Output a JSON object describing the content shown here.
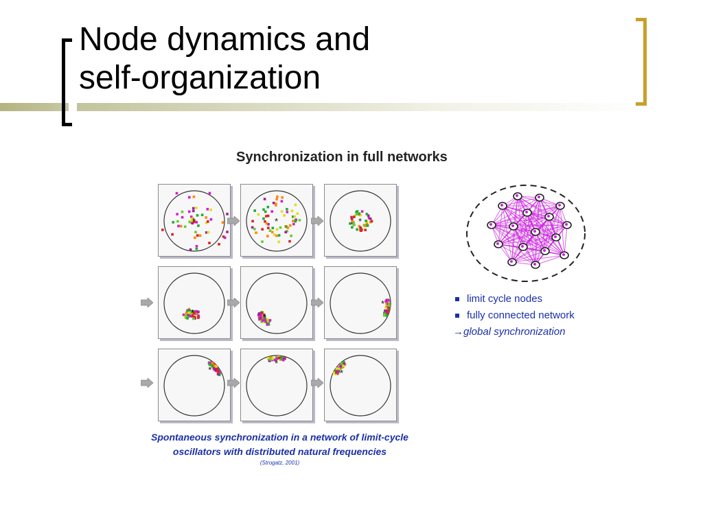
{
  "slide": {
    "title_line1": "Node dynamics and",
    "title_line2": "self-organization"
  },
  "figure": {
    "title": "Synchronization in full networks",
    "caption_line1": "Spontaneous synchronization in a network of limit-cycle",
    "caption_line2": "oscillators with distributed natural frequencies",
    "citation": "(Strogatz, 2001)",
    "legend": {
      "item1": "limit cycle nodes",
      "item2": "fully connected network",
      "result": "→global synchronization"
    },
    "colors": {
      "accent": "#c8a02a",
      "rule": "#b8b98c",
      "text_blue": "#1a2fa8",
      "network": "#cc22dd",
      "dot_palette": [
        "#22aa33",
        "#cc22cc",
        "#dddd22",
        "#ff8800",
        "#dd2222",
        "#66cc33",
        "#992299"
      ]
    }
  }
}
